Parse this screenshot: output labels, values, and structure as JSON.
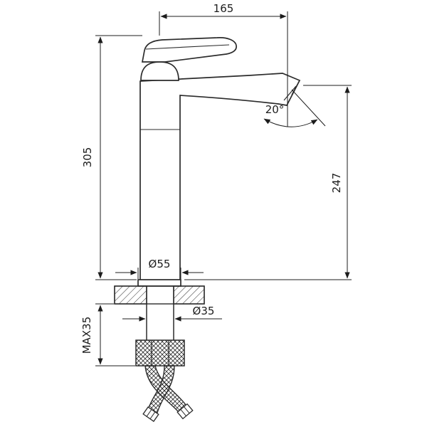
{
  "drawing": {
    "type": "faucet-installation-dimension-drawing",
    "dimensions": {
      "spout_reach": "165",
      "total_height": "305",
      "spout_height": "247",
      "spout_angle": "20°",
      "base_diameter": "Ø55",
      "hole_diameter": "Ø35",
      "max_mount_thickness": "MAX35"
    },
    "colors": {
      "line": "#2b2b2b",
      "background": "#ffffff"
    }
  }
}
